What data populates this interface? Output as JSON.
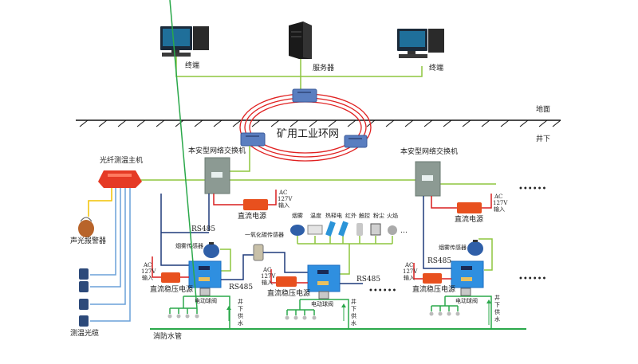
{
  "title": "矿用工业环网",
  "surface": {
    "ground_label": "地面",
    "underground_label": "井下",
    "terminal_left_label": "终端",
    "server_label": "服务器",
    "terminal_right_label": "终端"
  },
  "ring": {
    "label": "矿用工业环网"
  },
  "switches": {
    "left_label": "本安型网络交换机",
    "right_label": "本安型网络交换机"
  },
  "fiber": {
    "host_label": "光纤测温主机",
    "alarm_label": "声光报警器",
    "cable_label": "测温光缆"
  },
  "power": {
    "dc_power_label": "直流电源",
    "dc_regulated_label": "直流稳压电源",
    "ac_label": "AC",
    "ac_voltage": "127V",
    "ac_input": "输入"
  },
  "sensors": {
    "items": [
      "烟雾",
      "温度",
      "热释电",
      "红外",
      "触控",
      "粉尘",
      "火焰"
    ],
    "more": "…",
    "smoke_sensor_label": "烟雾传感器",
    "co_sensor_label": "一氧化碳传感器"
  },
  "bus": {
    "rs485": "RS485"
  },
  "water": {
    "valve_label": "电动球阀",
    "supply_label": [
      "井",
      "下",
      "供",
      "水"
    ],
    "pipe_label": "消防水管"
  },
  "ellipsis": "••••••",
  "colors": {
    "network_line": "#8dc63f",
    "ring": "#e02020",
    "rs485_line": "#1f3a7a",
    "power_line": "#d81e1e",
    "water_line": "#2aa84a",
    "fiber_line": "#6aa0d8",
    "alarm_line": "#f2c200",
    "controller_blue": "#2f8fe0",
    "psu_orange": "#e8501e",
    "switch_gray": "#8c9a93",
    "ring_switch": "#5a7ec0"
  }
}
